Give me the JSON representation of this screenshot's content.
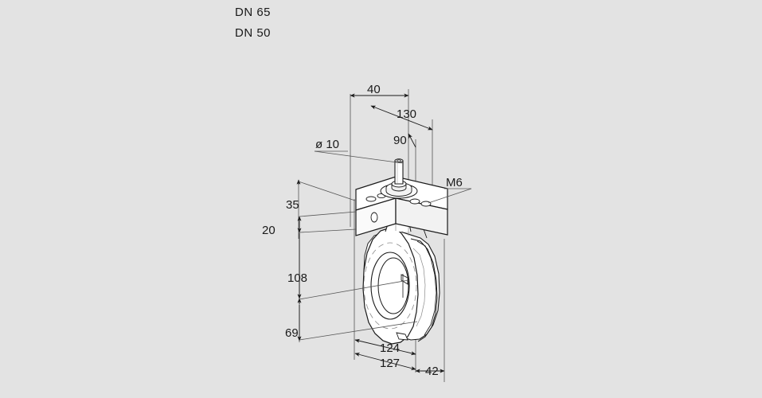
{
  "sheet": {
    "background_color": "#e3e3e3",
    "line_color": "#1a1a1a",
    "fill_color": "#ffffff",
    "hidden_line_color": "#8a8a8a"
  },
  "nominal_sizes": {
    "size_1": "DN 65",
    "size_2": "DN 50"
  },
  "callouts": {
    "shaft_diameter": "ø 10",
    "thread": "M6"
  },
  "dimensions": {
    "top_width": "40",
    "plate_length": "130",
    "plate_offset": "90",
    "shaft_height": "35",
    "plate_thickness": "20",
    "body_height": "108",
    "bore_center_height": "69",
    "bolt_circle": "124",
    "body_diameter": "127",
    "body_width": "42"
  },
  "part": {
    "type": "butterfly-valve",
    "description": "Isometric technical drawing of a wafer-type butterfly valve body with top mounting plate and drive shaft"
  }
}
